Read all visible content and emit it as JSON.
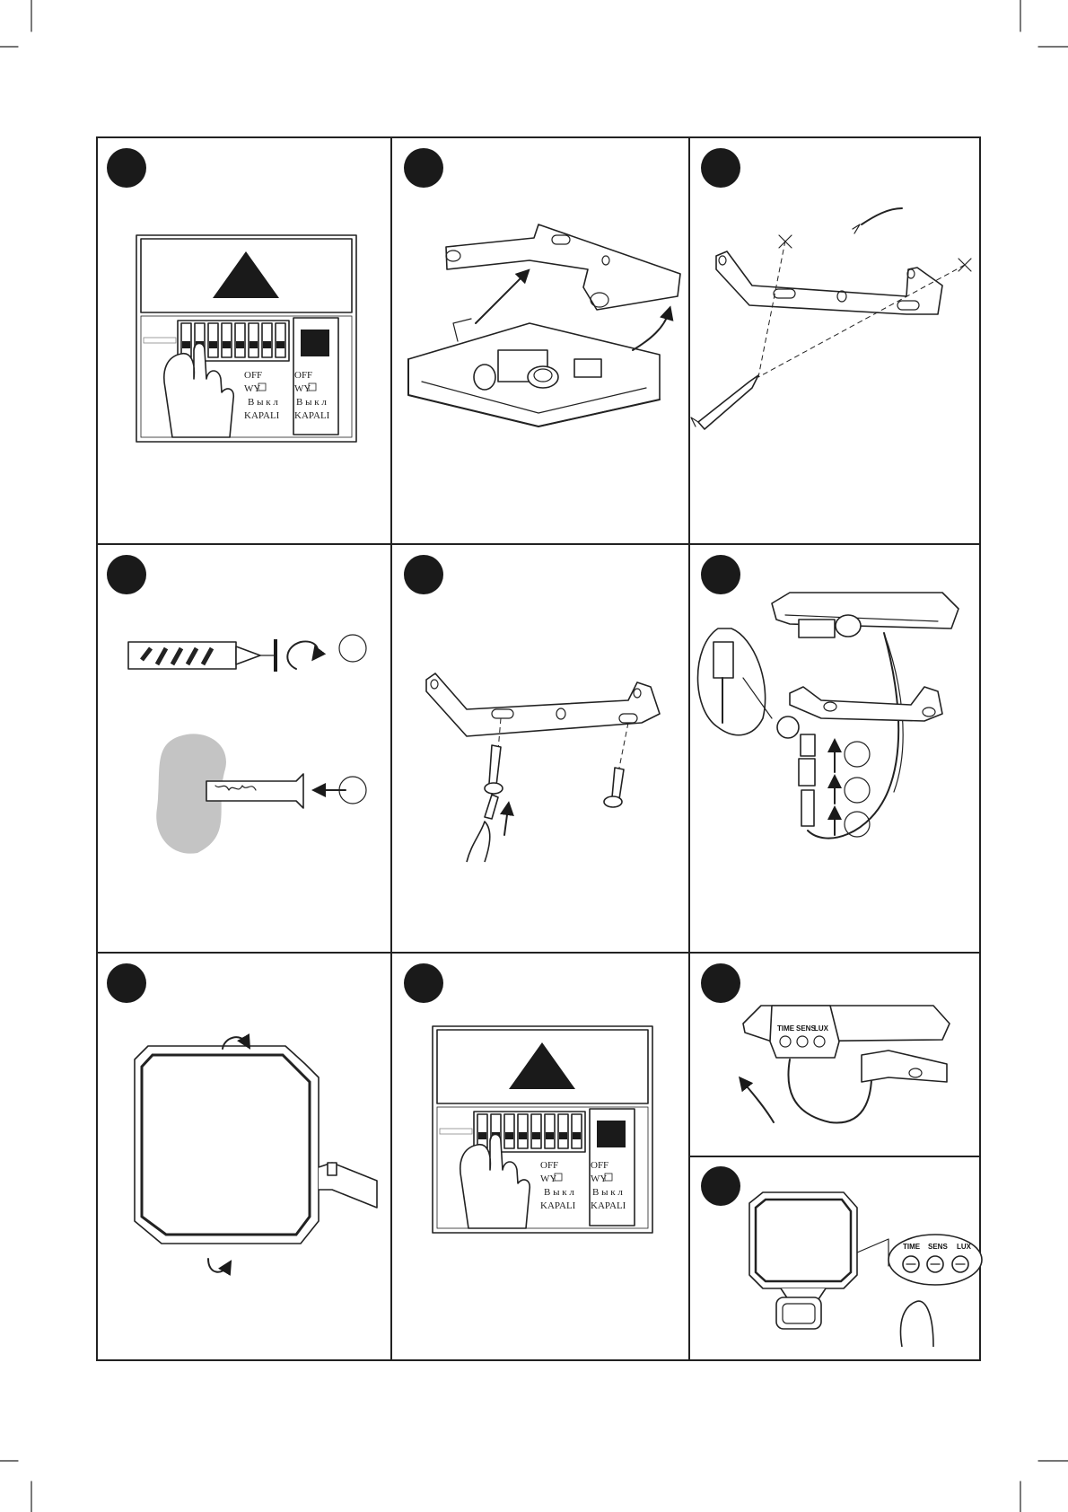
{
  "steps": [
    {
      "id": 1,
      "caption": ""
    },
    {
      "id": 2,
      "caption": ""
    },
    {
      "id": 3,
      "caption": ""
    },
    {
      "id": 4,
      "caption": ""
    },
    {
      "id": 5,
      "caption": ""
    },
    {
      "id": 6,
      "caption": ""
    },
    {
      "id": 7,
      "caption": ""
    },
    {
      "id": 8,
      "caption": ""
    },
    {
      "id": 9,
      "caption": ""
    },
    {
      "id": 10,
      "caption": ""
    }
  ],
  "switch_panel": {
    "off": "OFF",
    "wy": "WY",
    "vykl": "В ы к л",
    "kapali": "KAPALI"
  },
  "sensor_knobs": {
    "time": "TIME",
    "sens": "SENS",
    "lux": "LUX"
  },
  "colors": {
    "ink": "#1a1a1a",
    "paper": "#ffffff"
  }
}
